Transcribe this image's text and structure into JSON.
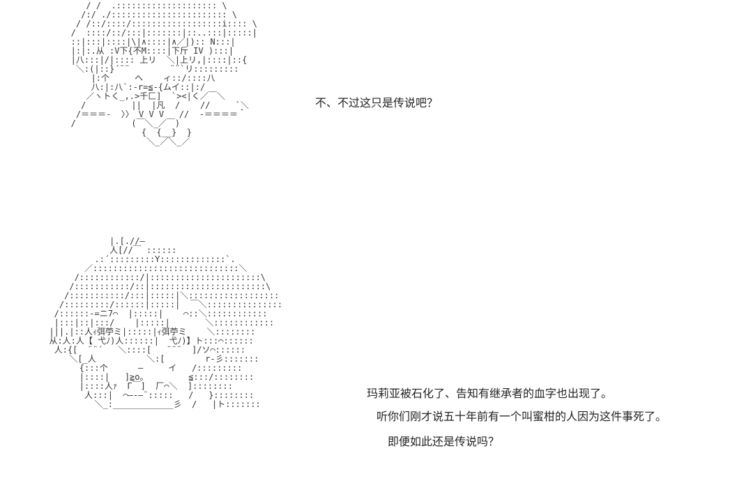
{
  "ascii_art": {
    "top_character": "      / /  .:::::::::::::::::::: \\\n     /:/ ./::::::::::::::::::::::: \\\n    / /::/::::/::::::::::::::::::i:::: \\\n   /  ::::/::/:::|:::::::|::..:::|:::::|\n   ::|:::|::::|\\|∧::::|∧／|):: N:::|\n   |:|:.从 :V下{不M::::|下斤 IV ):::|\n   |八:::|/|:::: 上リ  ＼|上リ,|::::|::{\n    ＼:(|::}´¨¨        ¨¨`リ:::::::::\n       |:个     ヘ    ィ::/::::八\n       八:|:八`:-r=≦-{ムイ::|:/\n      ／ヽトく_,.>千匚]  `><|く／￣＼\n     /         ||  |凡  /    //     `＼\n    /＝＝＝-  〉〉 V V V   //  -＝＝＝＝＾\n   /           (￣＼_／￣)\n                 {  {__}  }\n                  ＼_／＼_／",
    "bottom_character": "              |.[.//―\n              人[//￣ ::::::\n           .:´:::::::::Y:::::::::::::`.\n         ／:::::::::::::::::::::::::::::＼\n       /::::::::::::/|::::::::::::::::::::::\\\n      /:::::::::::/::|:::::::::::::::::::::::\\\n     /:::::::::::/:::|:::::|＼::::::::::::::::::\n    /:::::::::/::::::|:::::|  ￣＼:::::::::::::::\n   /::::::-=ニ7⌒  |:::::|    ⌒::＼::::::::::::\n   |:::|::|:::/    |:::::|       ＼::::::::::::\n  |||.|::人ｨ弭苧ミ|:::::|ｨ弭苧ミ    ＼::::::::\n  从:人:人【 弋ﾉ)人::::::|  弋ﾉ)】ト:::⌒::::::\n   人:{[  ¨¨´   ＼::::[   ¨¨¨  ]/ソ⌒::::::\n      ＼[_人          ＼:[        r-彡:::::::\n        {:::个      ―     イ   /:::::::::\n        |::::|   ]≧o。        ≦:::/::::::::\n        |::::人ｧ  Γ￣]  厂⌒＼  ]::::::::\n         人:::|  ⌒―-―¨:::::   /   }::::::::\n           ＼_:____________彡  /   |ト:::::::"
  },
  "dialogue": [
    "不、不过这只是传说吧？",
    "玛莉亚被石化了、告知有继承者的血字也出现了。",
    "听你们刚才说五十年前有一个叫蜜柑的人因为这件事死了。",
    "即便如此还是传说吗？"
  ]
}
